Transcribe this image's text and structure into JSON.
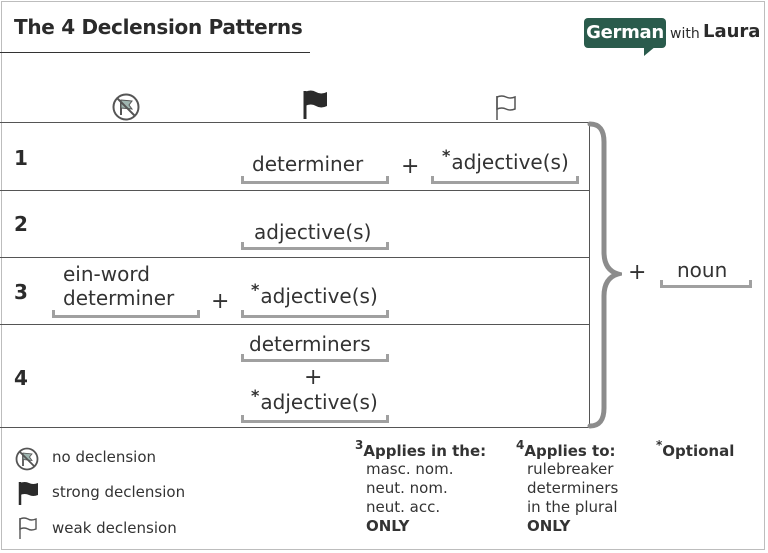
{
  "header": {
    "title": "The 4 Declension Patterns"
  },
  "logo": {
    "badge": "German",
    "with": "with",
    "name": "Laura"
  },
  "column_icons": [
    {
      "icon": "no-declension-icon"
    },
    {
      "icon": "strong-declension-flag-icon"
    },
    {
      "icon": "weak-declension-flag-icon"
    }
  ],
  "rows": [
    {
      "number": "1",
      "determiner": "determiner",
      "plus": "+",
      "adjective": "adjective(s)",
      "star": "*"
    },
    {
      "number": "2",
      "adjective": "adjective(s)"
    },
    {
      "number": "3",
      "determiner_line1": "ein-word",
      "determiner_line2": "determiner",
      "plus": "+",
      "adjective": "adjective(s)",
      "star": "*"
    },
    {
      "number": "4",
      "determiner": "determiners",
      "plus": "+",
      "adjective": "adjective(s)",
      "star": "*"
    }
  ],
  "noun": {
    "plus": "+",
    "label": "noun"
  },
  "legend": {
    "no_declension": "no declension",
    "strong_declension": "strong declension",
    "weak_declension": "weak declension"
  },
  "notes": {
    "note3": {
      "sup": "3",
      "head": "Applies in the:",
      "lines": [
        "masc. nom.",
        "neut. nom.",
        "neut. acc."
      ],
      "only": "ONLY"
    },
    "note4": {
      "sup": "4",
      "head": "Applies to:",
      "lines": [
        "rulebreaker",
        "determiners",
        "in the plural"
      ],
      "only": "ONLY"
    },
    "optional": {
      "sup": "*",
      "head": "Optional"
    }
  },
  "colors": {
    "logo_green": "#2a5b4c",
    "bracket_gray": "#a0a0a0"
  }
}
